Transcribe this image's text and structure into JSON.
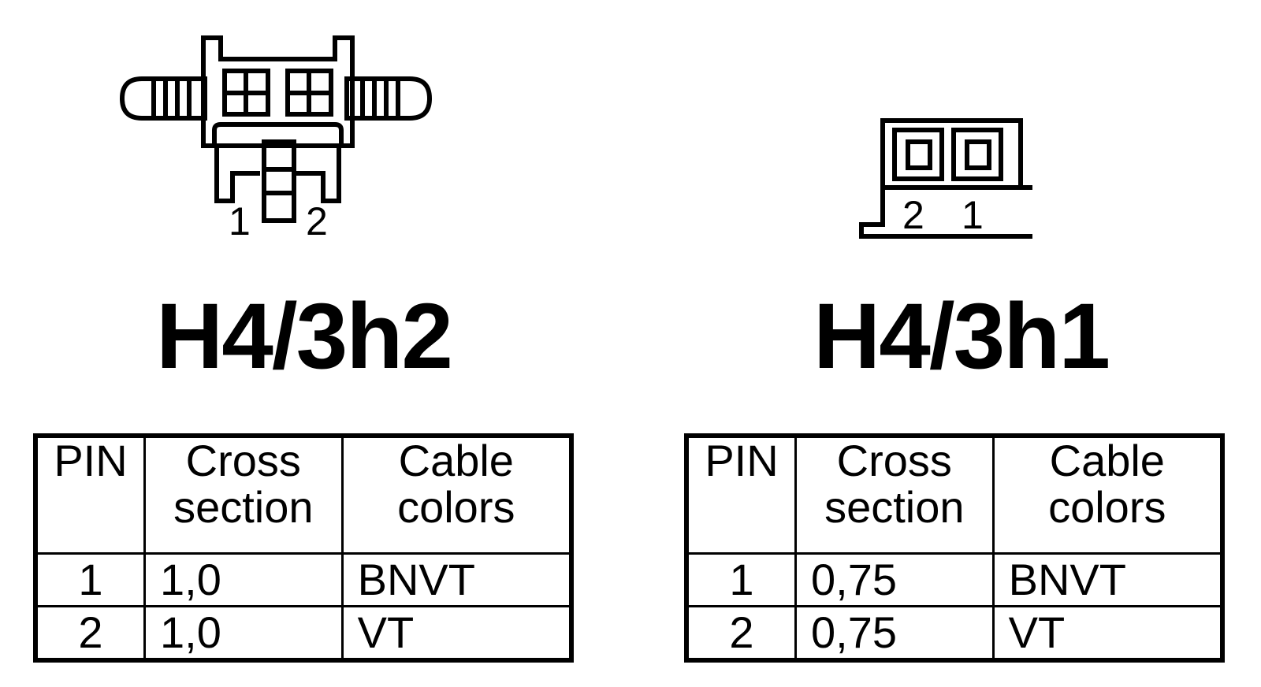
{
  "left": {
    "title": "H4/3h2",
    "pin_labels": [
      "1",
      "2"
    ],
    "table": {
      "headers": {
        "pin": "PIN",
        "cross_line1": "Cross",
        "cross_line2": "section",
        "cable_line1": "Cable",
        "cable_line2": "colors"
      },
      "rows": [
        {
          "pin": "1",
          "cross": "1,0",
          "color": "BNVT"
        },
        {
          "pin": "2",
          "cross": "1,0",
          "color": "VT"
        }
      ]
    }
  },
  "right": {
    "title": "H4/3h1",
    "pin_labels": [
      "2",
      "1"
    ],
    "table": {
      "headers": {
        "pin": "PIN",
        "cross_line1": "Cross",
        "cross_line2": "section",
        "cable_line1": "Cable",
        "cable_line2": "colors"
      },
      "rows": [
        {
          "pin": "1",
          "cross": "0,75",
          "color": "BNVT"
        },
        {
          "pin": "2",
          "cross": "0,75",
          "color": "VT"
        }
      ]
    }
  },
  "colors": {
    "ink": "#000000",
    "background": "#ffffff"
  }
}
